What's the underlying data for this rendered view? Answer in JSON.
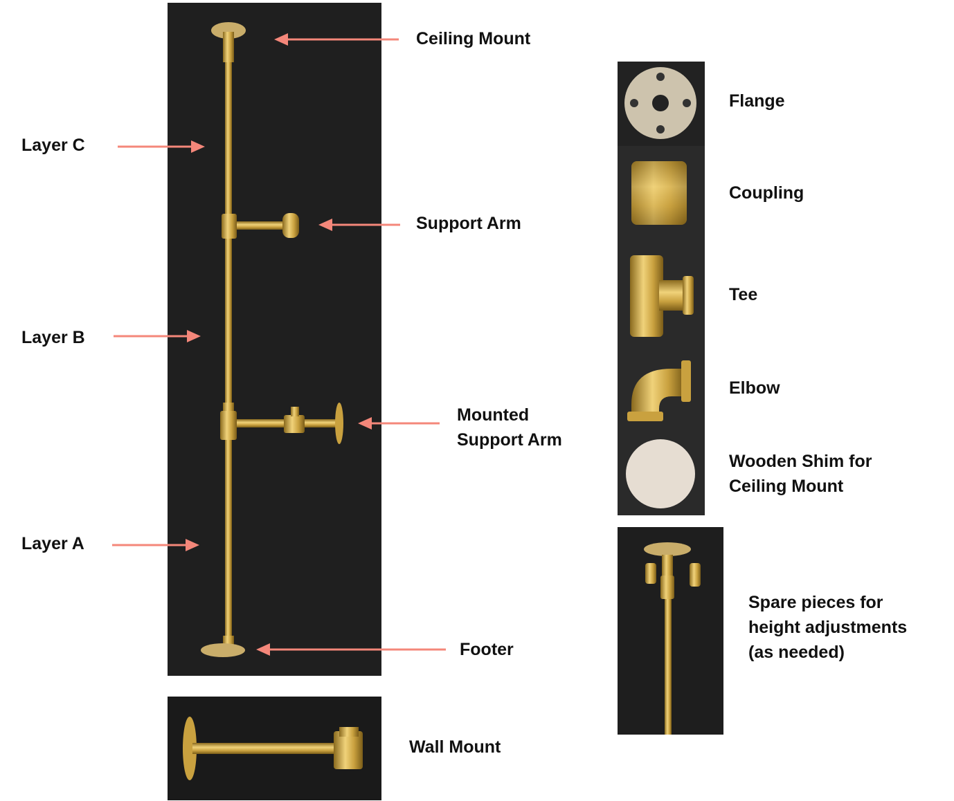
{
  "labels": {
    "ceiling_mount": "Ceiling Mount",
    "layer_c": "Layer C",
    "support_arm": "Support Arm",
    "layer_b": "Layer B",
    "mounted_support_arm_line1": "Mounted",
    "mounted_support_arm_line2": "Support Arm",
    "layer_a": "Layer A",
    "footer": "Footer",
    "wall_mount": "Wall Mount",
    "flange": "Flange",
    "coupling": "Coupling",
    "tee": "Tee",
    "elbow": "Elbow",
    "shim_line1": "Wooden Shim for",
    "shim_line2": "Ceiling Mount",
    "spare_line1": "Spare pieces for",
    "spare_line2": "height adjustments",
    "spare_line3": "(as needed)"
  },
  "colors": {
    "arrow": "#f4877a",
    "dark_bg": "#1f1f1f",
    "brass": "#d4b052",
    "label": "#111111"
  }
}
